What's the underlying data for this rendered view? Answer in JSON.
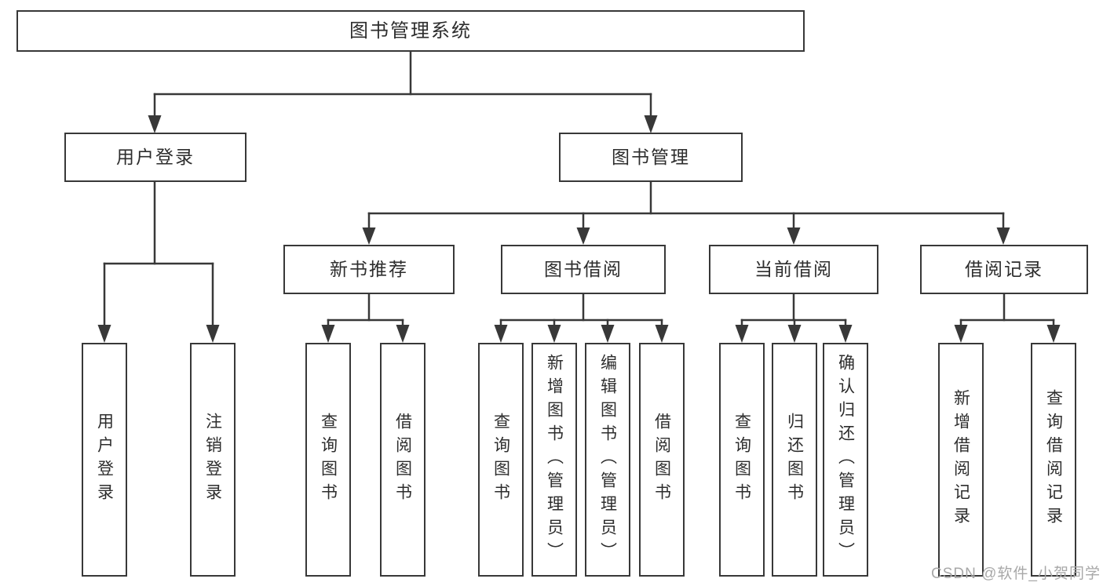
{
  "diagram_title": "图书管理系统",
  "tree": {
    "root": {
      "id": "library-system",
      "label": "图书管理系统"
    },
    "level2": [
      {
        "id": "user-login",
        "label": "用户登录",
        "parent": "library-system"
      },
      {
        "id": "book-management",
        "label": "图书管理",
        "parent": "library-system"
      }
    ],
    "level3": [
      {
        "id": "new-book-recommendation",
        "label": "新书推荐",
        "parent": "book-management"
      },
      {
        "id": "book-borrowing",
        "label": "图书借阅",
        "parent": "book-management"
      },
      {
        "id": "current-borrowing",
        "label": "当前借阅",
        "parent": "book-management"
      },
      {
        "id": "borrowing-records",
        "label": "借阅记录",
        "parent": "book-management"
      }
    ],
    "leaves": [
      {
        "label": "用户登录",
        "parent": "user-login"
      },
      {
        "label": "注销登录",
        "parent": "user-login"
      },
      {
        "label": "查询图书",
        "parent": "new-book-recommendation"
      },
      {
        "label": "借阅图书",
        "parent": "new-book-recommendation"
      },
      {
        "label": "查询图书",
        "parent": "book-borrowing"
      },
      {
        "label": "新增图书（管理员）",
        "parent": "book-borrowing"
      },
      {
        "label": "编辑图书（管理员）",
        "parent": "book-borrowing"
      },
      {
        "label": "借阅图书",
        "parent": "book-borrowing"
      },
      {
        "label": "查询图书",
        "parent": "current-borrowing"
      },
      {
        "label": "归还图书",
        "parent": "current-borrowing"
      },
      {
        "label": "确认归还（管理员）",
        "parent": "current-borrowing"
      },
      {
        "label": "新增借阅记录",
        "parent": "borrowing-records"
      },
      {
        "label": "查询借阅记录",
        "parent": "borrowing-records"
      }
    ]
  },
  "watermark": {
    "text": "CSDN @软件_小贺同学"
  },
  "colors": {
    "line": "#383838",
    "border": "#383838",
    "text": "#2d2d2d",
    "boxfill": "#ffffff",
    "canvas": "#ffffff",
    "watermark": "#a8a8a8"
  }
}
